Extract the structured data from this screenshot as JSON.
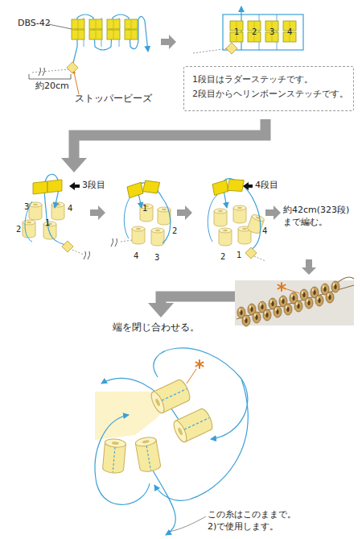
{
  "diagram": {
    "nodes": [
      {
        "text": [
          "1段目はラダーステッチです。 2段目からヘリンボーンステッチです。"
        ]
      }
    ],
    "labels": [
      "DBS-42",
      "約20cm",
      "ストッパービーズ",
      "1",
      "2",
      "3",
      "4",
      "3段目",
      "3",
      "4",
      "2",
      "1",
      "1",
      "2",
      "4",
      "3",
      "4段目",
      "2",
      "1",
      "4",
      "約42cm(323段) まで編む。",
      "端を閉じ合わせる。",
      "この糸はこのままで。 2)で使用します。"
    ]
  }
}
